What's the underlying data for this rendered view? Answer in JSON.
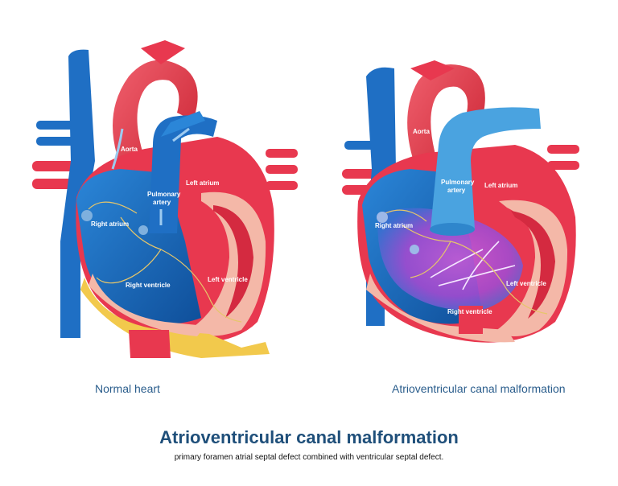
{
  "title": "Atrioventricular canal malformation",
  "subtitle": "primary foramen atrial septal defect combined with ventricular septal defect.",
  "panels": [
    {
      "caption": "Normal heart",
      "labels": {
        "aorta": "Aorta",
        "pulmonary_artery_1": "Pulmonary",
        "pulmonary_artery_2": "artery",
        "left_atrium": "Left atrium",
        "right_atrium": "Right atrium",
        "right_ventricle": "Right ventricle",
        "left_ventricle": "Left ventricle"
      }
    },
    {
      "caption": "Atrioventricular canal malformation",
      "labels": {
        "aorta": "Aorta",
        "pulmonary_artery_1": "Pulmonary",
        "pulmonary_artery_2": "artery",
        "left_atrium": "Left atrium",
        "right_atrium": "Right atrium",
        "right_ventricle": "Right ventricle",
        "left_ventricle": "Left ventricle"
      }
    }
  ],
  "colors": {
    "oxygenated": "#e8384f",
    "deoxygenated": "#1f6fc4",
    "mixed": "#b84fc4",
    "muscle": "#f4b8a8",
    "fat": "#f2c94c",
    "caption": "#2a5d8c",
    "title": "#1f4f7a"
  }
}
